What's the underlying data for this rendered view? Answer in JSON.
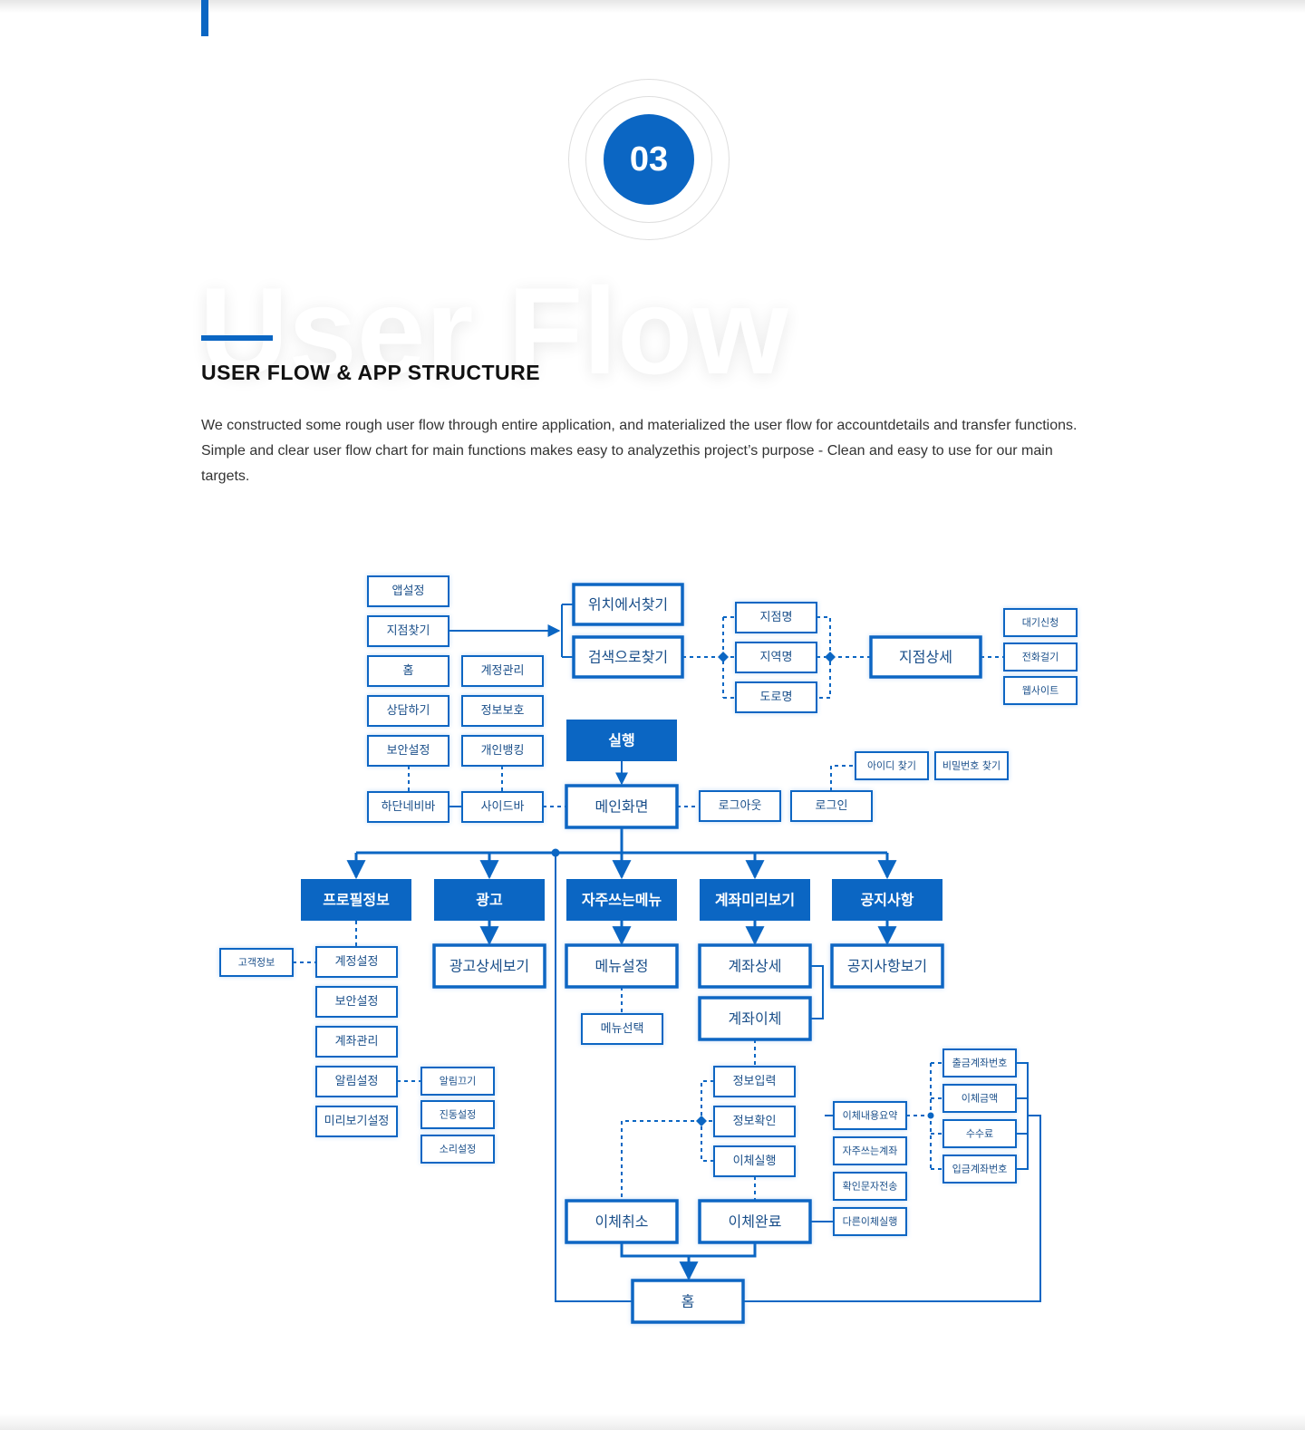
{
  "section": {
    "number": "03",
    "ghost_title": "User Flow",
    "title": "USER FLOW & APP STRUCTURE",
    "description": "We constructed some rough user flow through entire application, and materialized the user flow for accountdetails and transfer functions. Simple and clear user flow chart for main functions makes easy to analyzethis project’s purpose - Clean and easy to use for our main targets."
  },
  "colors": {
    "primary": "#0b66c3",
    "text": "#111111",
    "body_text": "#333333"
  },
  "flow": {
    "app_settings": "앱설정",
    "branch_find": "지점찾기",
    "home_menu": "홈",
    "consult": "상담하기",
    "security_setting": "보안설정",
    "bottom_nav": "하단네비바",
    "account_manage": "계정관리",
    "privacy": "정보보호",
    "personal_banking": "개인뱅킹",
    "sidebar": "사이드바",
    "find_by_location": "위치에서찾기",
    "find_by_search": "검색으로찾기",
    "branch_name": "지점명",
    "region_name": "지역명",
    "road_name": "도로명",
    "branch_detail": "지점상세",
    "wait_request": "대기신청",
    "call": "전화걸기",
    "website": "웹사이트",
    "run": "실행",
    "main_screen": "메인화면",
    "logout": "로그아웃",
    "login": "로그인",
    "find_id": "아이디 찾기",
    "find_password": "비밀번호 찾기",
    "profile": "프로필정보",
    "ad": "광고",
    "frequent_menu": "자주쓰는메뉴",
    "account_preview": "계좌미리보기",
    "notice": "공지사항",
    "customer_info": "고객정보",
    "account_setting": "계정설정",
    "security_setting_2": "보안설정",
    "account_management": "계좌관리",
    "notification_setting": "알림설정",
    "preview_setting": "미리보기설정",
    "notification_off": "알림끄기",
    "vibration_setting": "진동설정",
    "sound_setting": "소리설정",
    "ad_detail": "광고상세보기",
    "menu_setting": "메뉴설정",
    "menu_select": "메뉴선택",
    "account_detail": "계좌상세",
    "account_transfer": "계좌이체",
    "notice_view": "공지사항보기",
    "info_input": "정보입력",
    "info_confirm": "정보확인",
    "transfer_execute": "이체실행",
    "transfer_cancel": "이체취소",
    "transfer_complete": "이체완료",
    "transfer_summary": "이체내용요약",
    "frequent_account": "자주쓰는계좌",
    "confirm_sms": "확인문자전송",
    "other_transfer": "다른이체실행",
    "withdraw_account": "출금계좌번호",
    "transfer_amount": "이체금액",
    "fee": "수수료",
    "deposit_account": "입금계좌번호",
    "home_final": "홈"
  }
}
